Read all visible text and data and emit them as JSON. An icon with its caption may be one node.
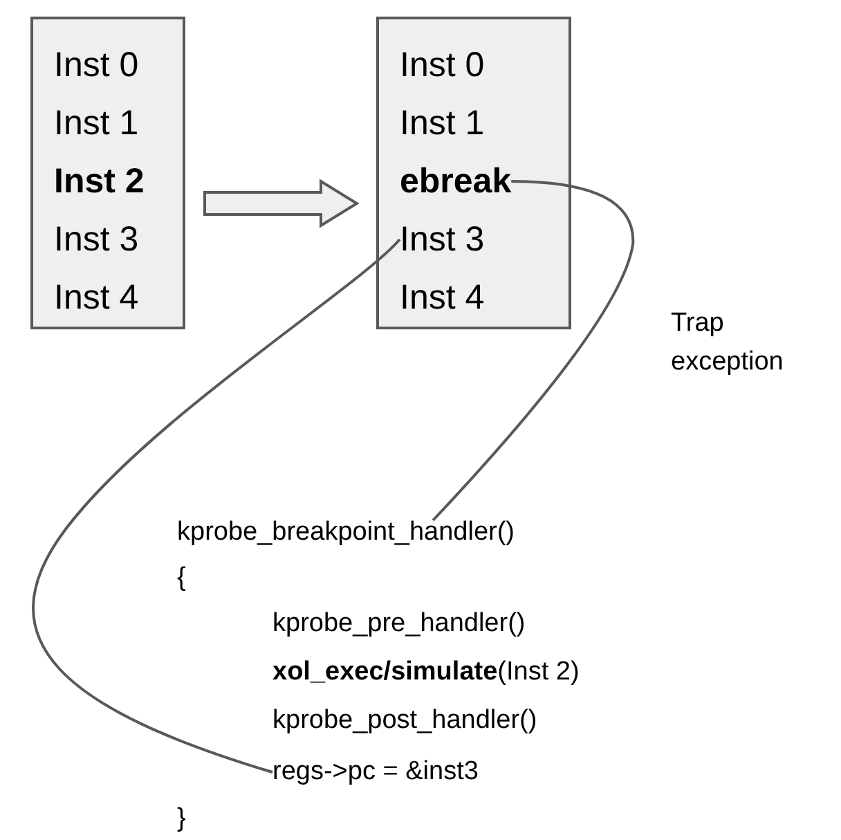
{
  "diagram": {
    "nodes": [
      {
        "text": [
          "Inst 0",
          "Inst 1",
          "Inst 2",
          "Inst 3",
          "Inst 4"
        ]
      },
      {
        "text": [],
        "shape": "box"
      },
      {
        "text": [
          "Inst 0"
        ],
        "in": 1
      },
      {
        "text": [
          "Inst 1"
        ],
        "in": 1
      },
      {
        "text": [
          "ebreak"
        ],
        "in": 1
      },
      {
        "text": [
          "Inst 3"
        ],
        "in": 1
      },
      {
        "text": [
          "Inst 4"
        ],
        "in": 1
      },
      {
        "text": [
          "kprobe_breakpoint_handler()"
        ]
      },
      {
        "text": [
          "regs->pc = &inst3"
        ]
      }
    ],
    "edges": [
      {
        "from": 0,
        "to": 1,
        "arrow": "to"
      },
      {
        "from": 4,
        "to": 7,
        "arrow": "none",
        "label": "Trap exception"
      },
      {
        "from": 8,
        "to": 5,
        "arrow": "none"
      }
    ],
    "labels": [
      "{",
      "kprobe_pre_handler()",
      "**xol_exec/simulate**(Inst 2)",
      "kprobe_post_handler()",
      "}"
    ]
  }
}
